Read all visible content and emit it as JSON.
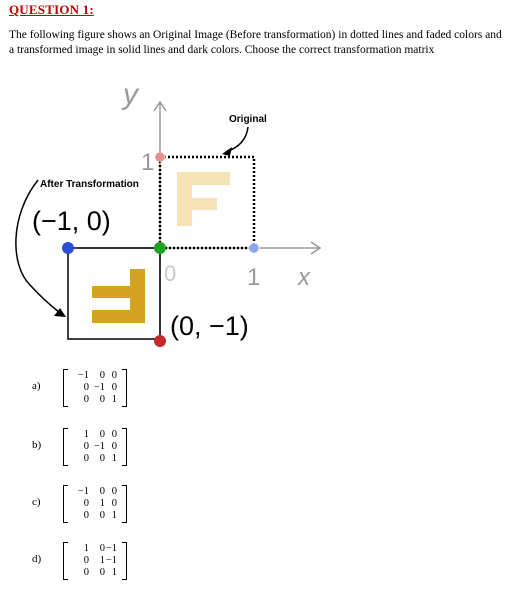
{
  "question": {
    "title": "QUESTION 1:",
    "text": "The following figure shows an Original Image (Before transformation) in dotted lines and faded colors and a transformed image in solid lines and dark colors. Choose the correct transformation matrix"
  },
  "figure": {
    "y_axis_label": "y",
    "x_axis_label": "x",
    "tick_x": "1",
    "tick_y": "1",
    "origin_label": "0",
    "original_label": "Original",
    "after_label": "After Transformation",
    "point_a": "(−1, 0)",
    "point_b": "(0, −1)",
    "letter": "F",
    "colors": {
      "faded_letter": "#f5e3b5",
      "dark_letter": "#d4a421",
      "point_blue": "#2a4fd6",
      "point_red": "#c42a2a",
      "point_green": "#21a321",
      "axis_gray": "#9a9a9a"
    }
  },
  "options": [
    {
      "label": "a)",
      "matrix": [
        [
          "−1",
          "0",
          "0"
        ],
        [
          "0",
          "−1",
          "0"
        ],
        [
          "0",
          "0",
          "1"
        ]
      ]
    },
    {
      "label": "b)",
      "matrix": [
        [
          "1",
          "0",
          "0"
        ],
        [
          "0",
          "−1",
          "0"
        ],
        [
          "0",
          "0",
          "1"
        ]
      ]
    },
    {
      "label": "c)",
      "matrix": [
        [
          "−1",
          "0",
          "0"
        ],
        [
          "0",
          "1",
          "0"
        ],
        [
          "0",
          "0",
          "1"
        ]
      ]
    },
    {
      "label": "d)",
      "matrix": [
        [
          "1",
          "0",
          "−1"
        ],
        [
          "0",
          "1",
          "−1"
        ],
        [
          "0",
          "0",
          "1"
        ]
      ]
    }
  ]
}
